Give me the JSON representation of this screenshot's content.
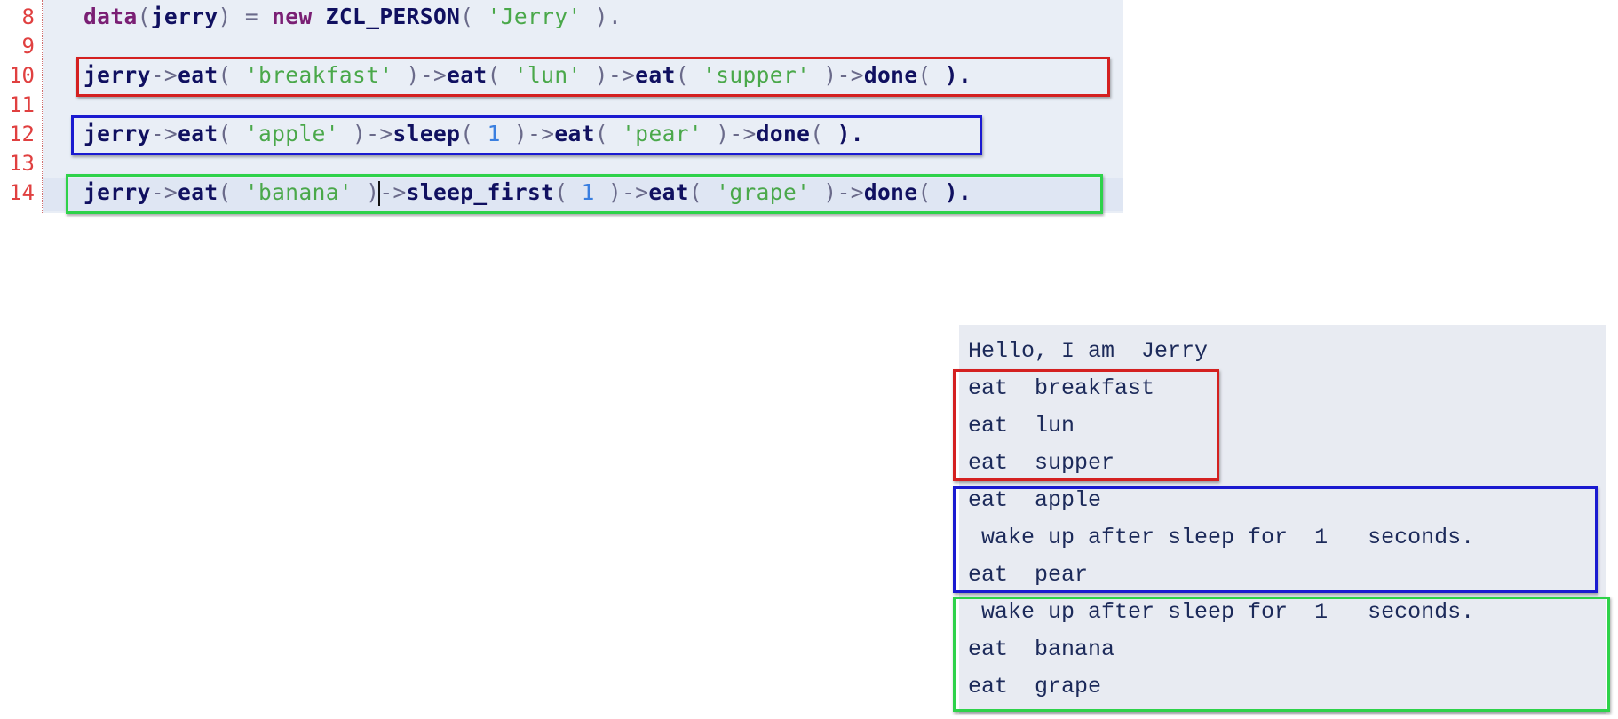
{
  "editor": {
    "line_numbers": [
      "8",
      "9",
      "10",
      "11",
      "12",
      "13",
      "14"
    ],
    "line8": {
      "kw_data": "data",
      "p1": "(",
      "id_jerry": "jerry",
      "p2": ") = ",
      "kw_new": "new",
      "id_class": "ZCL_PERSON",
      "p3": "( ",
      "str": "'Jerry'",
      "p4": " )."
    },
    "line10": {
      "id_obj": "jerry",
      "arrow": "->",
      "m1": "eat",
      "a1_open": "( ",
      "a1": "'breakfast'",
      "a1_close": " )",
      "m2": "eat",
      "a2": "'lun'",
      "m3": "eat",
      "a3": "'supper'",
      "m4": "done",
      "end_open": "( ",
      "end_close": ")."
    },
    "line12": {
      "id_obj": "jerry",
      "m1": "eat",
      "a1": "'apple'",
      "m2": "sleep",
      "a2": "1",
      "m3": "eat",
      "a3": "'pear'",
      "m4": "done"
    },
    "line14": {
      "id_obj": "jerry",
      "m1": "eat",
      "a1": "'banana'",
      "m2": "sleep_first",
      "a2": "1",
      "m3": "eat",
      "a3": "'grape'",
      "m4": "done"
    }
  },
  "console": {
    "lines": [
      "Hello, I am  Jerry",
      "eat  breakfast",
      "eat  lun",
      "eat  supper",
      "eat  apple",
      " wake up after sleep for  1   seconds.",
      "eat  pear",
      " wake up after sleep for  1   seconds.",
      "eat  banana",
      "eat  grape"
    ]
  },
  "colors": {
    "red_box": "#d42020",
    "blue_box": "#1a1ad0",
    "green_box": "#2ed24a"
  }
}
